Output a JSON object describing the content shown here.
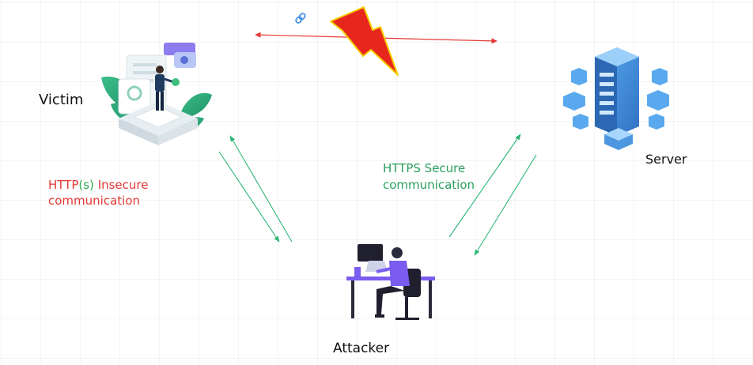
{
  "nodes": {
    "victim": "Victim",
    "server": "Server",
    "attacker": "Attacker"
  },
  "connections": {
    "insecure": {
      "part1": "HTTP",
      "part2": "(s) ",
      "part3": "Insecure",
      "line2": "communication",
      "color": "#e53935",
      "accent": "#34a853"
    },
    "secure": {
      "line1": "HTTPS Secure",
      "line2": "communication",
      "color": "#2aa05c"
    }
  },
  "colors": {
    "direct_link_arrow": "#e53935",
    "mitm_arrows": "#2bb673",
    "lightning": "#e8271c",
    "server_blue": "#3f8fd8",
    "attacker_purple": "#7b5cf0"
  },
  "icons": {
    "link": "chain-link-icon",
    "break": "lightning-bolt-icon"
  }
}
